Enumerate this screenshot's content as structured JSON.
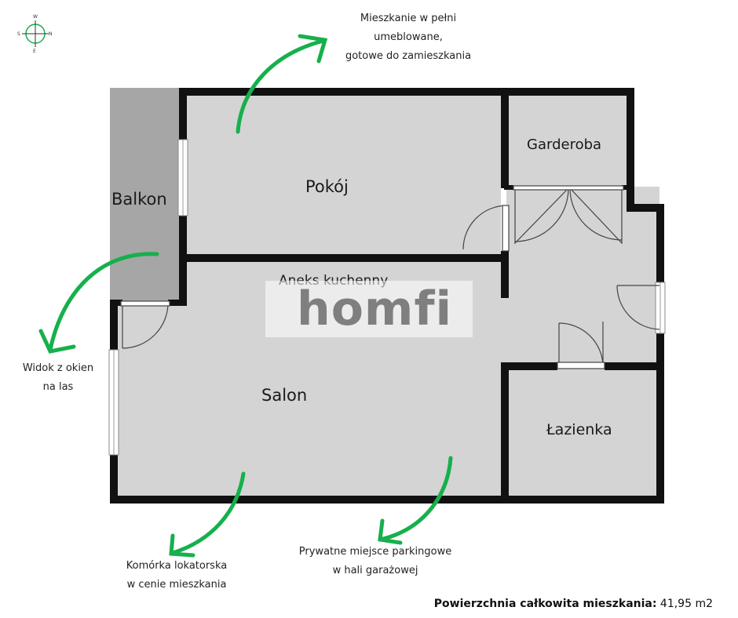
{
  "compass": {
    "n": "N",
    "s": "S",
    "e": "E",
    "w": "W"
  },
  "rooms": {
    "balkon": "Balkon",
    "pokoj": "Pokój",
    "garderoba": "Garderoba",
    "aneks": "Aneks kuchenny",
    "salon": "Salon",
    "lazienka": "Łazienka"
  },
  "notes": {
    "furnished": [
      "Mieszkanie w pełni",
      "umeblowane,",
      "gotowe do zamieszkania"
    ],
    "view": [
      "Widok z okien",
      "na las"
    ],
    "storage": [
      "Komórka lokatorska",
      "w cenie mieszkania"
    ],
    "parking": [
      "Prywatne miejsce parkingowe",
      "w hali garażowej"
    ]
  },
  "area": {
    "label": "Powierzchnia całkowita mieszkania:",
    "value": "41,95 m2"
  },
  "watermark": "homfi",
  "colors": {
    "floor": "#d4d4d4",
    "balcony": "#a6a6a6",
    "wall": "#111111",
    "arrow": "#16b04c"
  }
}
